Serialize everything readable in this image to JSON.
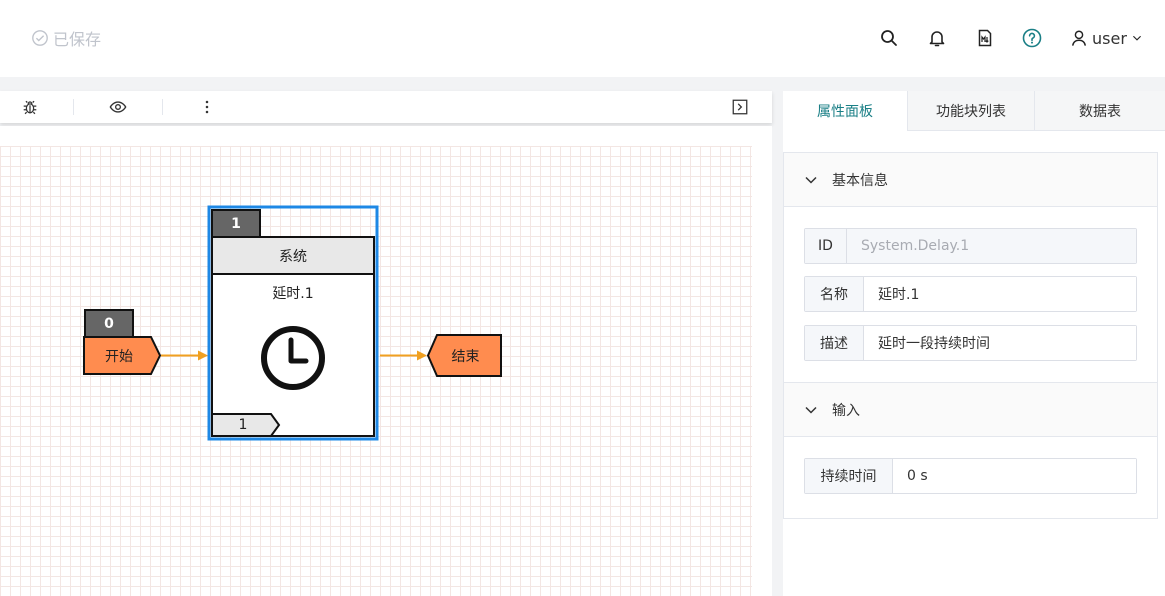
{
  "header": {
    "saved_label": "已保存",
    "user_label": "user",
    "icons": [
      "search-icon",
      "bell-icon",
      "markdown-doc-icon",
      "help-icon",
      "user-icon"
    ]
  },
  "toolbar": {
    "icons": [
      "bug-icon",
      "eye-icon",
      "more-vertical-icon",
      "expand-panel-icon"
    ]
  },
  "flow": {
    "start": {
      "index": "0",
      "label": "开始"
    },
    "block": {
      "index": "1",
      "category": "系统",
      "name": "延时.1",
      "port": "1",
      "icon": "clock-icon"
    },
    "end": {
      "label": "结束"
    }
  },
  "panel": {
    "tabs": [
      {
        "label": "属性面板",
        "active": true
      },
      {
        "label": "功能块列表",
        "active": false
      },
      {
        "label": "数据表",
        "active": false
      }
    ],
    "basic": {
      "title": "基本信息",
      "id_label": "ID",
      "id_value": "System.Delay.1",
      "name_label": "名称",
      "name_value": "延时.1",
      "desc_label": "描述",
      "desc_value": "延时一段持续时间"
    },
    "input": {
      "title": "输入",
      "duration_label": "持续时间",
      "duration_value": "0 s"
    }
  },
  "colors": {
    "accent": "#1a7f86",
    "selection": "#1e88e5",
    "node_orange": "#ff8c4f",
    "connector": "#f0a020",
    "index_tab": "#666666"
  }
}
